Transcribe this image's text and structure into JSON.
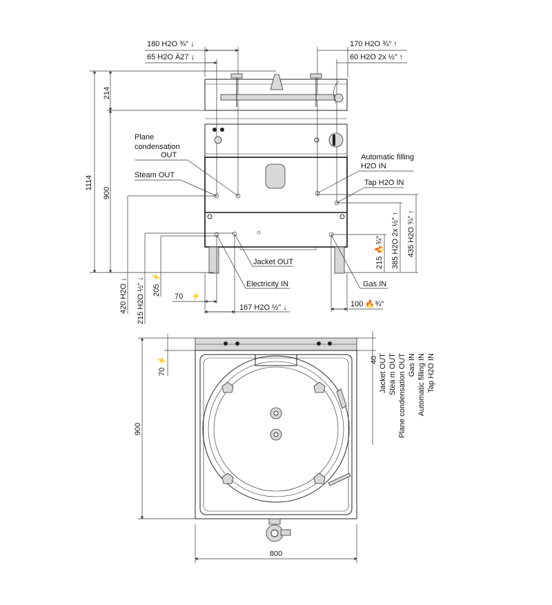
{
  "front_view": {
    "top_labels": {
      "left_1": "180 H2O ¾\" ↓",
      "left_2": "65 H2O Ä27 ↓",
      "right_1": "170 H2O ¾\" ↑",
      "right_2": "60 H2O 2x ½\" ↑"
    },
    "callouts": {
      "plane_condensation_1": "Plane",
      "plane_condensation_2": "condensation",
      "plane_condensation_3": "OUT",
      "steam_out": "Steam OUT",
      "automatic_filling_1": "Automatic filling",
      "automatic_filling_2": "H2O IN",
      "tap_h2o_in": "Tap H2O IN",
      "jacket_out": "Jacket OUT",
      "electricity_in": "Electricity IN",
      "gas_in": "Gas IN"
    },
    "dimensions": {
      "total_height": "1114",
      "lid_height": "214",
      "body_height": "900",
      "h420": "420 H2O ↓",
      "h215_water": "215 H2O ½\" ↓",
      "h205": "205 ⚡",
      "w70": "70",
      "w167": "167 H2O ½\" ↓",
      "w100": "100 🔥¾\"",
      "h215_gas": "215 🔥¾\"",
      "h385": "385 H2O 2x ½\" ↑",
      "h435": "435 H2O ¾\" ↑"
    }
  },
  "top_view": {
    "dimensions": {
      "depth": "900",
      "width": "800",
      "d70": "70 ⚡",
      "d40": "40"
    },
    "legend": [
      "Jacket OUT",
      "Stea m OUT",
      "Plane condensation OUT",
      "Gas IN",
      "Automatic filling IN",
      "Tap H2O IN"
    ]
  }
}
